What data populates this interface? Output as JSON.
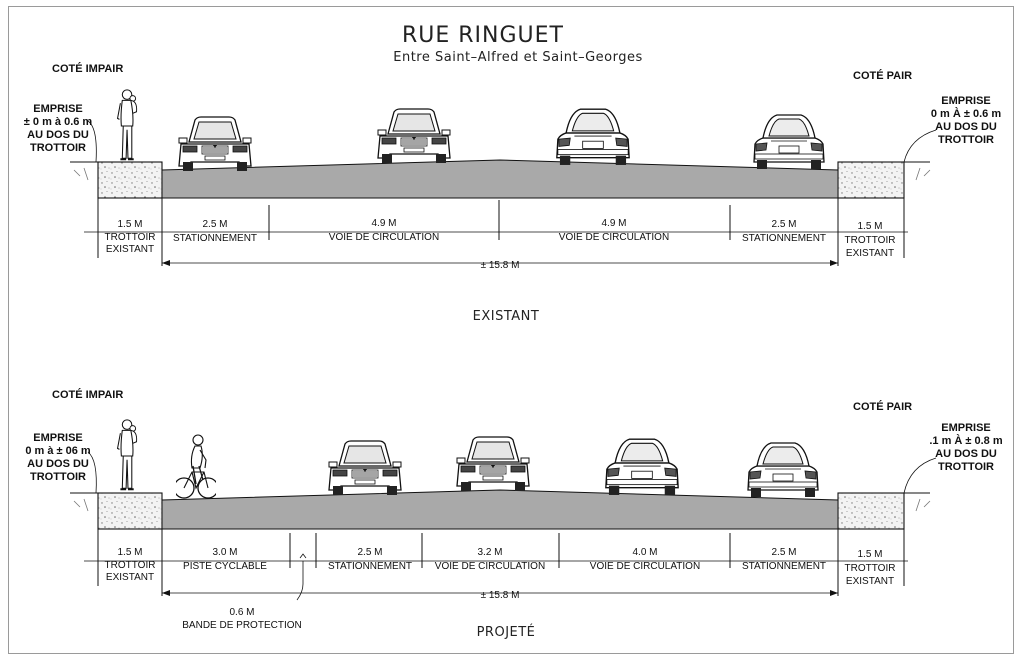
{
  "title": "RUE RINGUET",
  "subtitle": "Entre Saint–Alfred et Saint–Georges",
  "sections": [
    {
      "name": "EXISTANT",
      "left_side": "COTÉ IMPAIR",
      "right_side": "COTÉ PAIR",
      "left_emprise": [
        "EMPRISE",
        "± 0 m à 0.6 m",
        "AU DOS DU",
        "TROTTOIR"
      ],
      "right_emprise": [
        "EMPRISE",
        "0 m À ± 0.6 m",
        "AU DOS DU",
        "TROTTOIR"
      ],
      "zones": [
        {
          "width": "1.5 M",
          "label": "TROTTOIR",
          "label2": "EXISTANT"
        },
        {
          "width": "2.5 M",
          "label": "STATIONNEMENT"
        },
        {
          "width": "4.9 M",
          "label": "VOIE DE CIRCULATION"
        },
        {
          "width": "4.9 M",
          "label": "VOIE DE CIRCULATION"
        },
        {
          "width": "2.5 M",
          "label": "STATIONNEMENT"
        },
        {
          "width": "1.5 M",
          "label": "TROTTOIR",
          "label2": "EXISTANT"
        }
      ],
      "total": "± 15.8 M"
    },
    {
      "name": "PROJETÉ",
      "left_side": "COTÉ IMPAIR",
      "right_side": "COTÉ PAIR",
      "left_emprise": [
        "EMPRISE",
        "0 m à ± 06 m",
        "AU DOS DU",
        "TROTTOIR"
      ],
      "right_emprise": [
        "EMPRISE",
        ".1 m À ± 0.8 m",
        "AU DOS DU",
        "TROTTOIR"
      ],
      "zones": [
        {
          "width": "1.5 M",
          "label": "TROTTOIR",
          "label2": "EXISTANT"
        },
        {
          "width": "3.0 M",
          "label": "PISTE CYCLABLE"
        },
        {
          "width": "2.5 M",
          "label": "STATIONNEMENT"
        },
        {
          "width": "3.2 M",
          "label": "VOIE DE CIRCULATION"
        },
        {
          "width": "4.0 M",
          "label": "VOIE DE CIRCULATION"
        },
        {
          "width": "2.5 M",
          "label": "STATIONNEMENT"
        },
        {
          "width": "1.5 M",
          "label": "TROTTOIR",
          "label2": "EXISTANT"
        }
      ],
      "buffer": {
        "width": "0.6 M",
        "label": "BANDE DE PROTECTION"
      },
      "total": "± 15.8 M"
    }
  ]
}
